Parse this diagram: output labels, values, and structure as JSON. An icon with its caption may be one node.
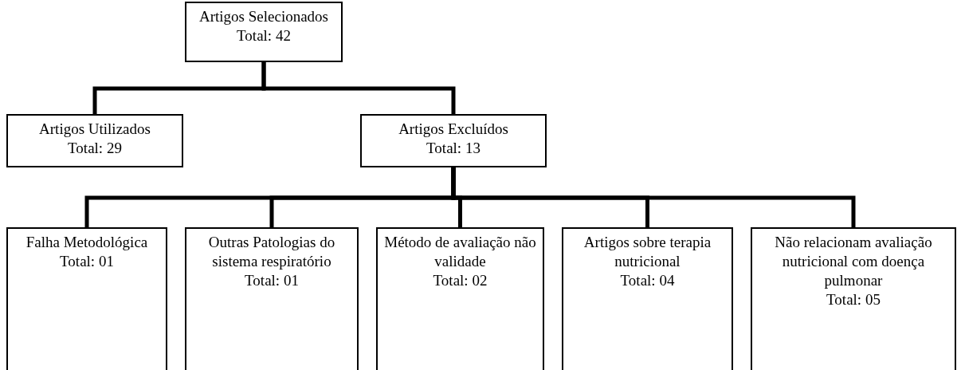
{
  "diagram": {
    "nodes": [
      {
        "text": [
          "Artigos Selecionados",
          "Total: 42"
        ]
      },
      {
        "text": [
          "Artigos Utilizados",
          "Total: 29"
        ]
      },
      {
        "text": [
          "Artigos Excluídos",
          "Total: 13"
        ]
      },
      {
        "text": [
          "Falha Metodológica",
          "Total: 01"
        ]
      },
      {
        "text": [
          "Outras Patologias do sistema respiratório",
          "Total: 01"
        ]
      },
      {
        "text": [
          "Método de avaliação não validade",
          "Total: 02"
        ]
      },
      {
        "text": [
          "Artigos sobre terapia nutricional",
          "Total: 04"
        ]
      },
      {
        "text": [
          "Não relacionam avaliação nutricional com doença pulmonar",
          "Total: 05"
        ]
      }
    ],
    "edges": [
      {
        "from": 0,
        "to": 1,
        "arrow": "none"
      },
      {
        "from": 0,
        "to": 2,
        "arrow": "none"
      },
      {
        "from": 2,
        "to": 3,
        "arrow": "none"
      },
      {
        "from": 2,
        "to": 4,
        "arrow": "none"
      },
      {
        "from": 2,
        "to": 5,
        "arrow": "none"
      },
      {
        "from": 2,
        "to": 6,
        "arrow": "none"
      },
      {
        "from": 2,
        "to": 7,
        "arrow": "none"
      }
    ]
  }
}
